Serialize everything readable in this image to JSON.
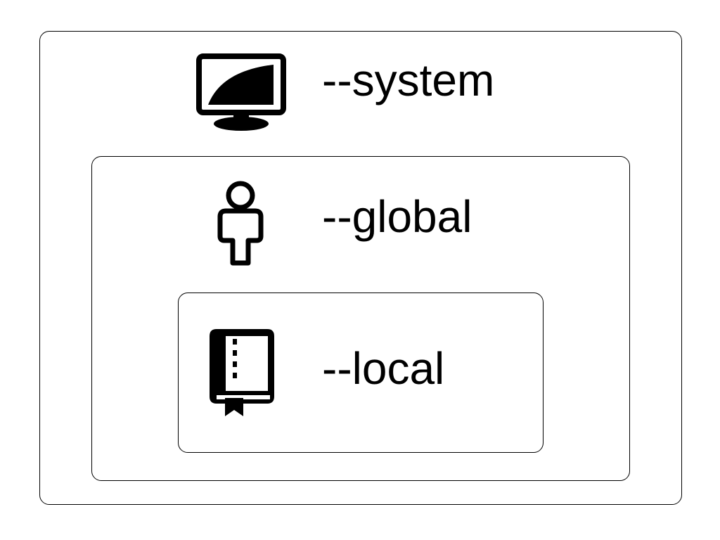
{
  "scopes": {
    "system": {
      "label": "--system",
      "icon": "monitor-icon"
    },
    "global": {
      "label": "--global",
      "icon": "person-icon"
    },
    "local": {
      "label": "--local",
      "icon": "book-icon"
    }
  },
  "colors": {
    "stroke": "#000000",
    "background": "#ffffff"
  }
}
